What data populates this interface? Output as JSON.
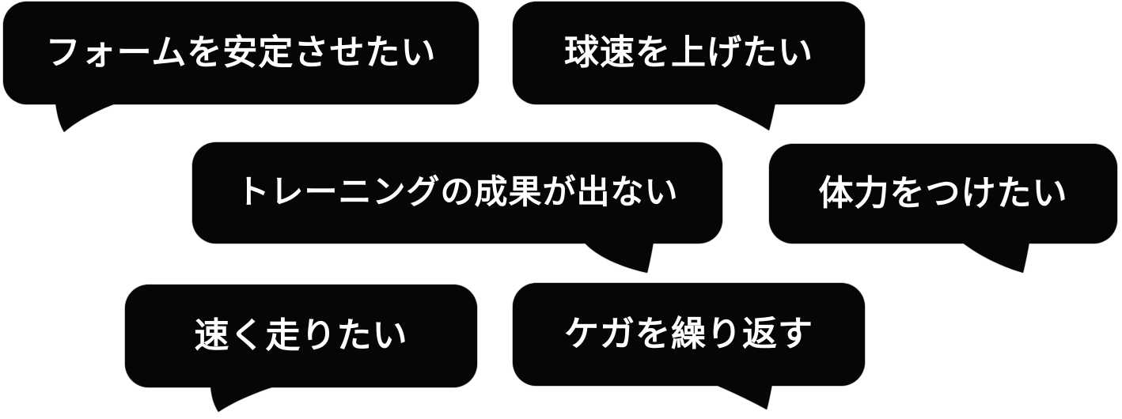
{
  "graphic": {
    "bubbles": [
      {
        "text": "フォームを安定させたい",
        "tail": "bottom-left"
      },
      {
        "text": "球速を上げたい",
        "tail": "bottom-right"
      },
      {
        "text": "トレーニングの成果が出ない",
        "tail": "bottom-right"
      },
      {
        "text": "体力をつけたい",
        "tail": "bottom-right"
      },
      {
        "text": "速く走りたい",
        "tail": "bottom-left"
      },
      {
        "text": "ケガを繰り返す",
        "tail": "bottom-right"
      }
    ],
    "colors": {
      "bubble_bg": "#060606",
      "text": "#ffffff",
      "background": "#ffffff"
    }
  }
}
